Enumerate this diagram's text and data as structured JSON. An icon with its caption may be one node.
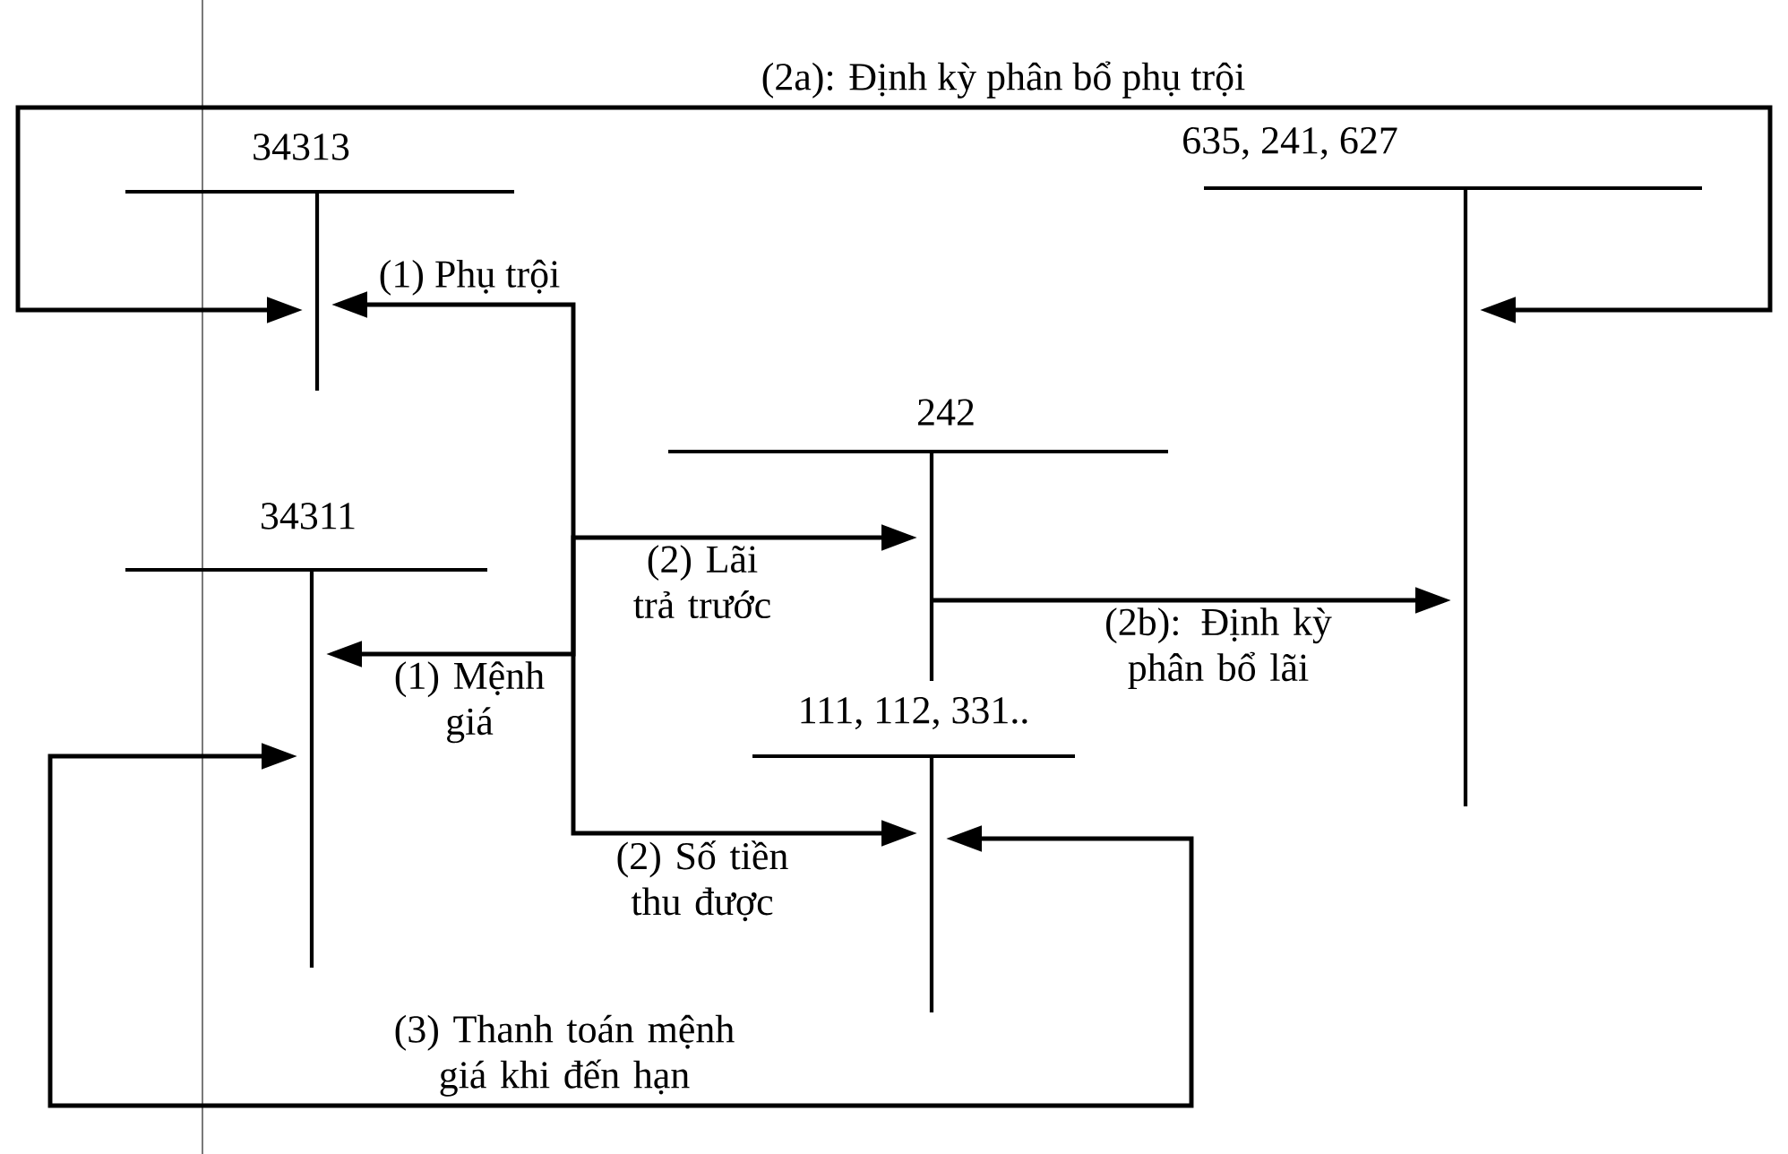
{
  "diagram": {
    "nodes": [
      {
        "text": [
          "34313"
        ]
      },
      {
        "text": [
          "34311"
        ]
      },
      {
        "text": [
          "242"
        ]
      },
      {
        "text": [
          "111, 112, 331.."
        ]
      },
      {
        "text": [
          "635, 241, 627"
        ]
      }
    ],
    "edges": [
      {
        "from": 4,
        "to": 0,
        "arrow": "both",
        "label": "(2a): Định kỳ phân bổ phụ trội"
      },
      {
        "from": null,
        "to": 0,
        "arrow": "to",
        "label": "(1) Phụ trội"
      },
      {
        "from": null,
        "to": 2,
        "arrow": "to",
        "label": "(2) Lãi trả trước"
      },
      {
        "from": null,
        "to": 1,
        "arrow": "to",
        "label": "(1) Mệnh giá"
      },
      {
        "from": null,
        "to": 3,
        "arrow": "to",
        "label": "(2) Số tiền thu được"
      },
      {
        "from": 2,
        "to": 4,
        "arrow": "to",
        "label": "(2b): Định kỳ phân bổ lãi"
      },
      {
        "from": 1,
        "to": 3,
        "arrow": "both",
        "label": "(3) Thanh toán mệnh giá khi đến hạn"
      }
    ]
  }
}
